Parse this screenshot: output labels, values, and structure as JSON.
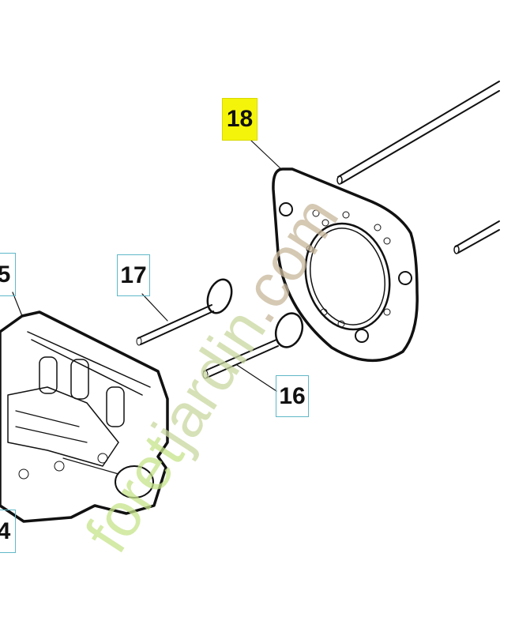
{
  "diagram": {
    "callouts": [
      {
        "id": "18",
        "label": "18",
        "highlighted": true
      },
      {
        "id": "17",
        "label": "17",
        "highlighted": false
      },
      {
        "id": "16",
        "label": "16",
        "highlighted": false
      },
      {
        "id": "15",
        "label": "5",
        "highlighted": false
      },
      {
        "id": "14",
        "label": "4",
        "highlighted": false
      }
    ],
    "highlight_color": "#f4f40a",
    "watermark": {
      "part1": "foret",
      "part2": "jardin",
      "part3": ".com"
    }
  }
}
